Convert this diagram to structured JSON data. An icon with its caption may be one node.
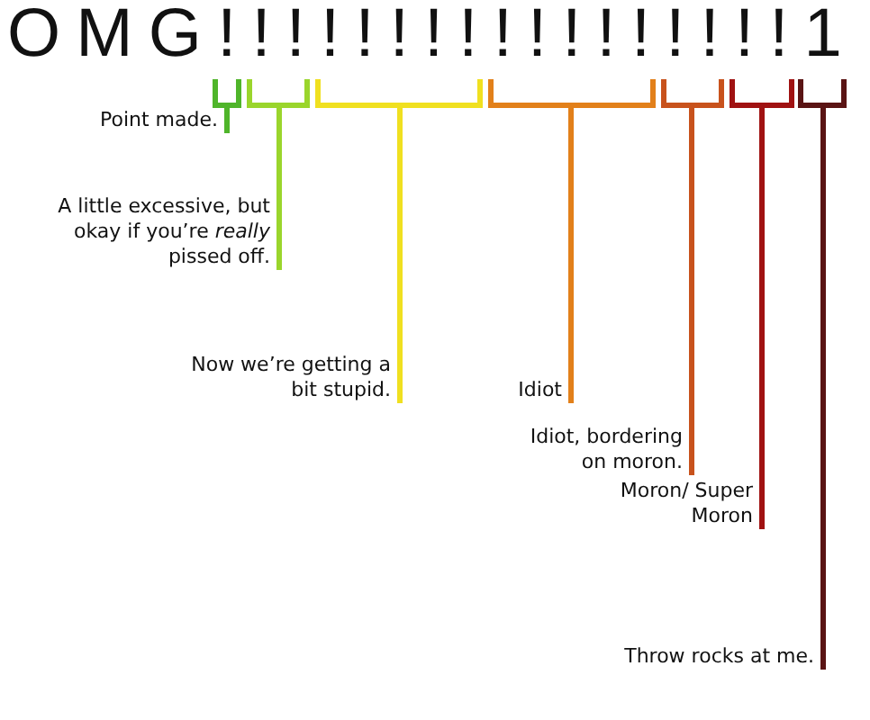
{
  "diagram": {
    "title": "OMG!!!!!!!!!!!!!!!!!1",
    "nodes": [
      {
        "text": [],
        "shape": "bracket"
      },
      {
        "text": [],
        "shape": "bracket"
      },
      {
        "text": [],
        "shape": "bracket"
      },
      {
        "text": [],
        "shape": "bracket"
      },
      {
        "text": [],
        "shape": "bracket"
      },
      {
        "text": [],
        "shape": "bracket"
      },
      {
        "text": [],
        "shape": "bracket"
      },
      {
        "text": [
          "Point made."
        ]
      },
      {
        "text": [
          "A little excessive, but okay if you’re *really* pissed off."
        ]
      },
      {
        "text": [
          "Now we’re getting a bit stupid."
        ]
      },
      {
        "text": [
          "Idiot"
        ]
      },
      {
        "text": [
          "Idiot, bordering on moron."
        ]
      },
      {
        "text": [
          "Moron/ Super Moron"
        ]
      },
      {
        "text": [
          "Throw rocks at me."
        ]
      }
    ],
    "edges": [
      {
        "from": 7,
        "to": 0,
        "arrow": "none",
        "color": "#4fb52a"
      },
      {
        "from": 8,
        "to": 1,
        "arrow": "none",
        "color": "#9ad52c"
      },
      {
        "from": 9,
        "to": 2,
        "arrow": "none",
        "color": "#f0e020"
      },
      {
        "from": 10,
        "to": 3,
        "arrow": "none",
        "color": "#e2801a"
      },
      {
        "from": 11,
        "to": 4,
        "arrow": "none",
        "color": "#c8521c"
      },
      {
        "from": 12,
        "to": 5,
        "arrow": "none",
        "color": "#a01212"
      },
      {
        "from": 13,
        "to": 6,
        "arrow": "none",
        "color": "#5a1414"
      }
    ]
  }
}
